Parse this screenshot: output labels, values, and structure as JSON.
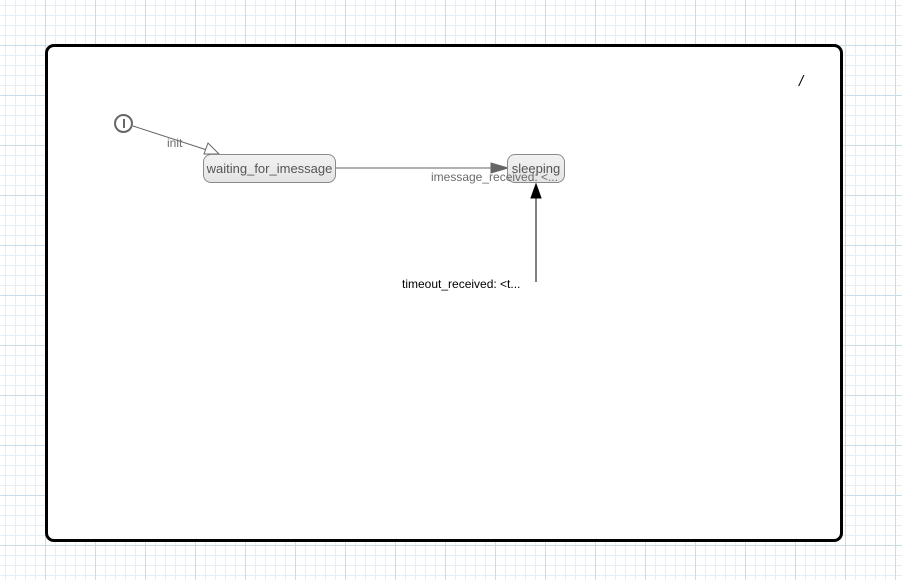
{
  "diagram": {
    "region": {
      "name": "/"
    },
    "initial_state": {
      "symbol": "initial-pseudostate"
    },
    "states": {
      "waiting": {
        "label": "waiting_for_imessage"
      },
      "sleeping": {
        "label": "sleeping"
      }
    },
    "transitions": {
      "init": {
        "label": "init",
        "from": "initial",
        "to": "waiting_for_imessage"
      },
      "imessage": {
        "label": "imessage_received: <...",
        "from": "waiting_for_imessage",
        "to": "sleeping"
      },
      "timeout": {
        "label": "timeout_received: <t...",
        "from": "",
        "to": "sleeping"
      }
    },
    "colors": {
      "region_border": "#000000",
      "state_fill": "#ececec",
      "state_border": "#8a8a8a",
      "edge_gray": "#666666",
      "edge_black": "#000000",
      "grid_major": "#c9dcea",
      "grid_minor": "#e6eef5"
    }
  }
}
